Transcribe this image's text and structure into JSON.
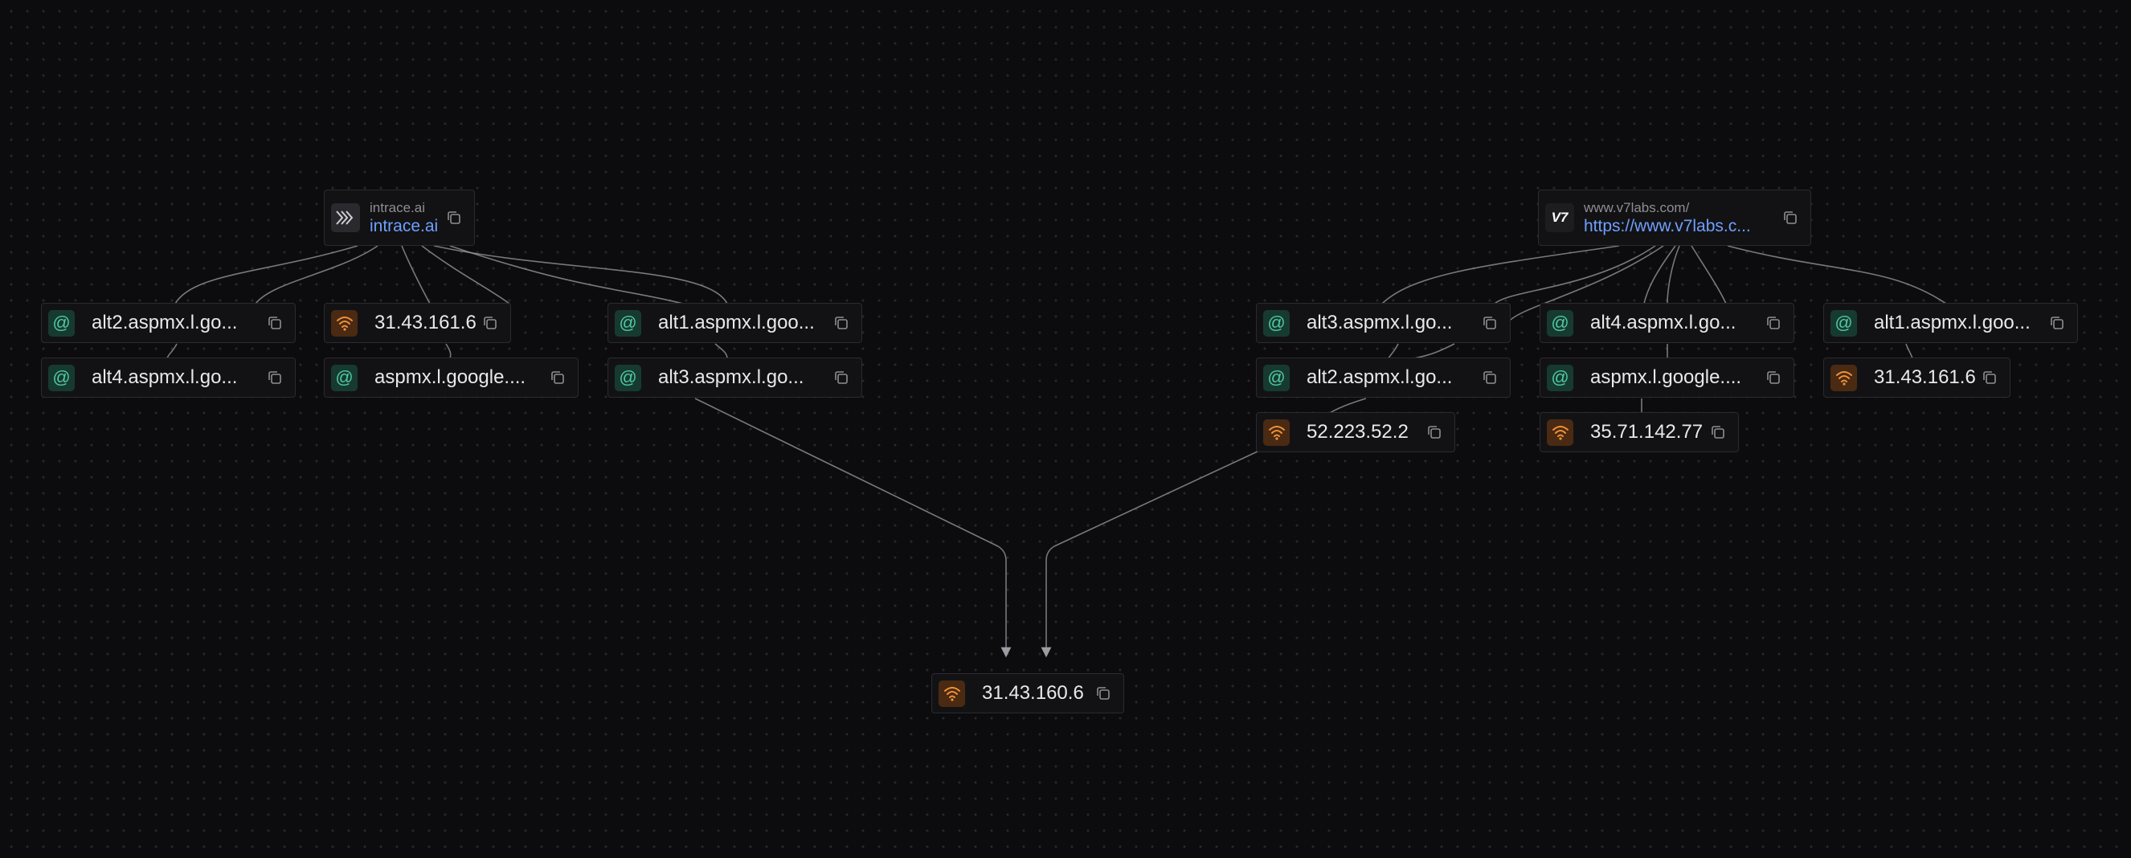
{
  "canvas": {
    "sources": [
      {
        "id": "s1",
        "subtitle": "intrace.ai",
        "title": "intrace.ai",
        "icon": "intrace-logo-icon"
      },
      {
        "id": "s2",
        "subtitle": "www.v7labs.com/",
        "title": "https://www.v7labs.c...",
        "icon": "v7-logo-icon",
        "logo_text": "V7"
      }
    ],
    "nodes": [
      {
        "id": "a1",
        "label": "alt2.aspmx.l.go...",
        "type": "email"
      },
      {
        "id": "a2",
        "label": "31.43.161.6",
        "type": "ip"
      },
      {
        "id": "a3",
        "label": "alt1.aspmx.l.goo...",
        "type": "email"
      },
      {
        "id": "a4",
        "label": "alt4.aspmx.l.go...",
        "type": "email"
      },
      {
        "id": "a5",
        "label": "aspmx.l.google....",
        "type": "email"
      },
      {
        "id": "a6",
        "label": "alt3.aspmx.l.go...",
        "type": "email"
      },
      {
        "id": "b1",
        "label": "alt3.aspmx.l.go...",
        "type": "email"
      },
      {
        "id": "b2",
        "label": "alt4.aspmx.l.go...",
        "type": "email"
      },
      {
        "id": "b3",
        "label": "alt1.aspmx.l.goo...",
        "type": "email"
      },
      {
        "id": "b4",
        "label": "alt2.aspmx.l.go...",
        "type": "email"
      },
      {
        "id": "b5",
        "label": "aspmx.l.google....",
        "type": "email"
      },
      {
        "id": "b6",
        "label": "31.43.161.6",
        "type": "ip"
      },
      {
        "id": "b7",
        "label": "52.223.52.2",
        "type": "ip"
      },
      {
        "id": "b8",
        "label": "35.71.142.77",
        "type": "ip"
      },
      {
        "id": "t1",
        "label": "31.43.160.6",
        "type": "ip"
      }
    ],
    "colors": {
      "email_accent": "#4fc9a3",
      "ip_accent": "#f0913a",
      "link": "#6f9fff",
      "edge": "#9c9ca3"
    }
  }
}
